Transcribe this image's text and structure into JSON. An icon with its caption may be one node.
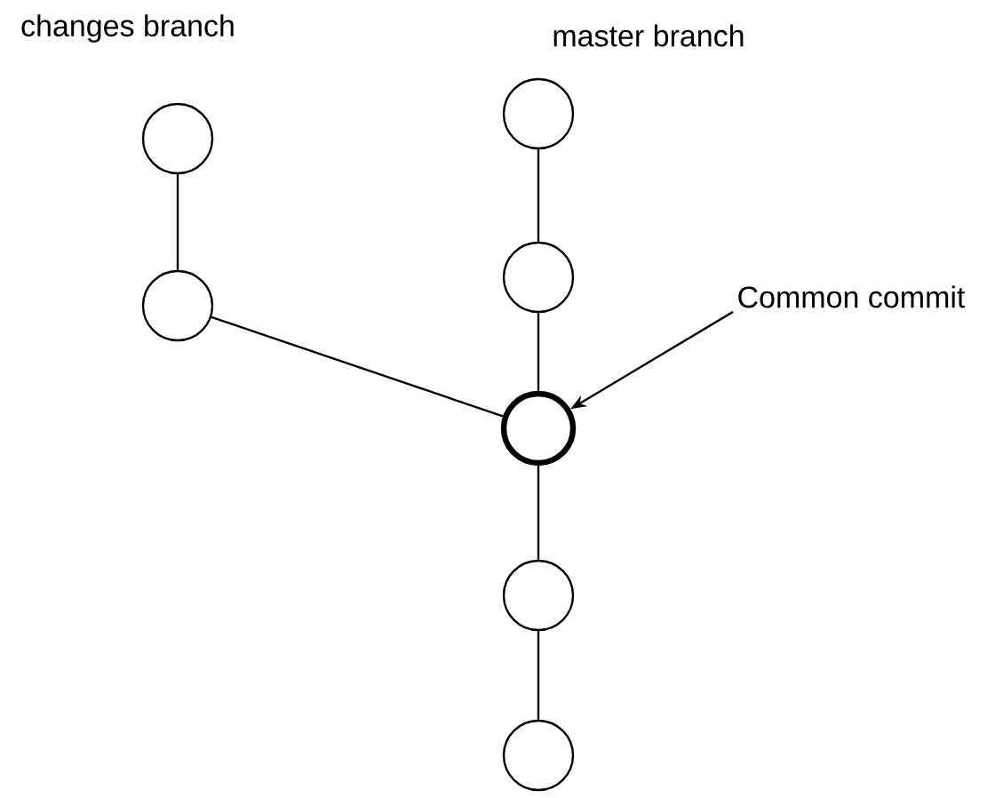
{
  "diagram": {
    "nodes": [
      {
        "text": [],
        "shape": "circle",
        "beside": [
          "master branch"
        ]
      },
      {
        "text": [],
        "shape": "circle",
        "beside": [
          "changes branch"
        ]
      },
      {
        "text": [],
        "shape": "circle"
      },
      {
        "text": [],
        "shape": "circle"
      },
      {
        "text": [
          "Common commit"
        ]
      },
      {
        "text": [],
        "shape": "circle"
      },
      {
        "text": [],
        "shape": "circle"
      },
      {
        "text": [],
        "shape": "circle"
      }
    ],
    "edges": [
      {
        "from": 1,
        "to": 2,
        "arrow": "none"
      },
      {
        "from": 0,
        "to": 3,
        "arrow": "none"
      },
      {
        "from": 3,
        "to": 5,
        "arrow": "none"
      },
      {
        "from": 2,
        "to": 5,
        "arrow": "none"
      },
      {
        "from": 4,
        "to": 5,
        "arrow": "to"
      },
      {
        "from": 5,
        "to": 6,
        "arrow": "none"
      },
      {
        "from": 6,
        "to": 7,
        "arrow": "none"
      }
    ]
  }
}
